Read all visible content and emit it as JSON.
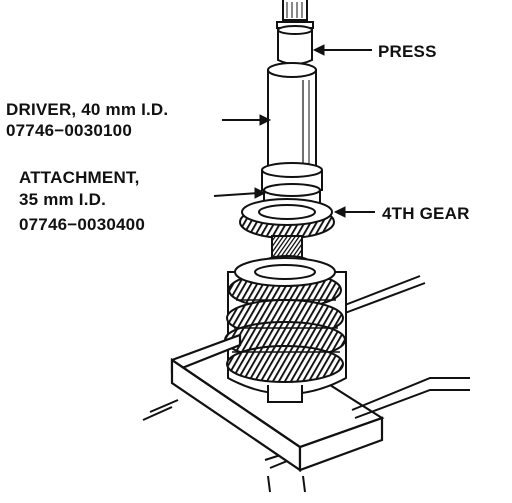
{
  "labels": {
    "press": "PRESS",
    "driver_line1": "DRIVER, 40 mm I.D.",
    "driver_line2": "07746−0030100",
    "attachment_line1": "ATTACHMENT,",
    "attachment_line2": "35 mm I.D.",
    "attachment_line3": "07746−0030400",
    "fourth_gear": "4TH GEAR"
  },
  "colors": {
    "ink": "#111111",
    "paper": "#ffffff",
    "shade": "#333333"
  }
}
